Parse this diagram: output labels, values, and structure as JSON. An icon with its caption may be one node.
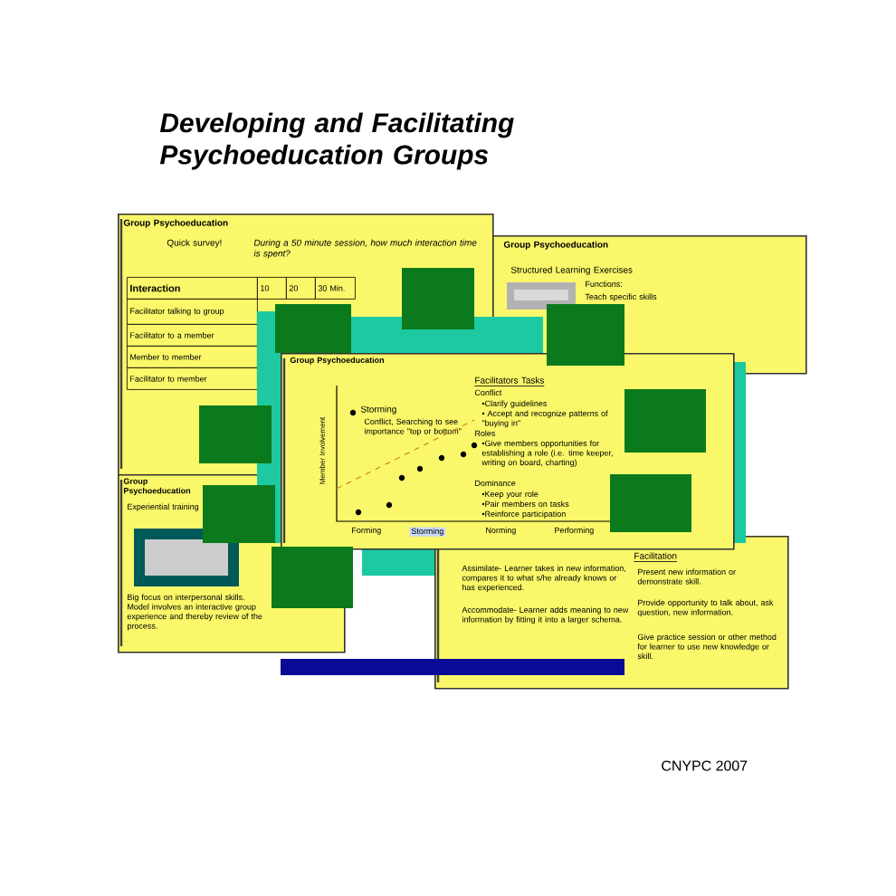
{
  "diagram": {
    "title": "Developing and Facilitating Psychoeducation Groups",
    "nodes": [
      {
        "text": [
          "Group Psychoeducation",
          "Quick survey!",
          "During a 50 minute session, how much interaction time is spent?",
          "Interaction",
          "10",
          "20",
          "30 Min.",
          "Facilitator talking to group",
          "Facilitator to a member",
          "Member to member",
          "Facilitator to member"
        ]
      },
      {
        "text": [
          "Group Psychoeducation",
          "Structured Learning Exercises",
          "Functions:",
          "Teach specific skills"
        ]
      },
      {
        "text": [
          "Group Psychoeducation",
          "Member Involvement",
          "Storming",
          "Conflict, Searching to see importance \"top or bottom\"",
          "Facilitators Tasks",
          "Conflict",
          "•Clarify guidelines",
          "• Accept and recognize patterns of \"buying in\"",
          "Roles",
          "•Give members opportunities for establishing a role (i.e. time keeper, writing on board, charting)",
          "Dominance",
          "•Keep your role",
          "•Pair members on tasks",
          "•Reinforce participation",
          "Forming",
          "Storming",
          "Norming",
          "Performing"
        ]
      },
      {
        "text": [
          "Group Psychoeducation",
          "Experiential training",
          "Big focus on interpersonal skills. Model involves an interactive group experience and thereby review of the process."
        ]
      },
      {
        "text": [
          "Facilitation",
          "Assimilate- Learner takes in new information, compares it to what s/he already knows or has experienced.",
          "Accommodate- Learner adds meaning to new information by fitting it into a larger schema.",
          "Present new information or demonstrate skill.",
          "Provide opportunity to talk about, ask question, new information.",
          "Give practice session or other method for learner to use new knowledge or skill."
        ]
      }
    ],
    "labels": [
      "CNYPC 2007"
    ]
  }
}
